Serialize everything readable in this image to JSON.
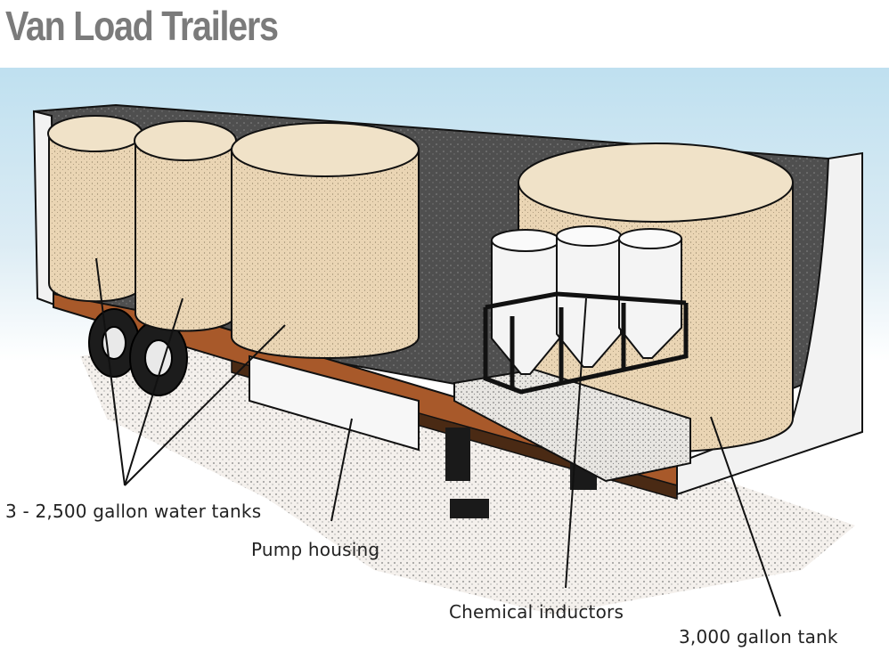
{
  "title": "Van Load Trailers",
  "labels": {
    "water_tanks": "3 - 2,500 gallon water tanks",
    "pump_housing": "Pump housing",
    "chemical_inductors": "Chemical inductors",
    "big_tank": "3,000 gallon tank"
  },
  "colors": {
    "title": "#7b7b7b",
    "sky": "#c9e3f0",
    "tank": "#e8d2b0",
    "floor": "#a8592a",
    "wall": "#5a5a5a"
  }
}
